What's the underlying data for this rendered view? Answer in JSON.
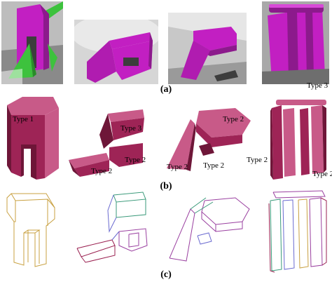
{
  "row_labels": {
    "a": "(a)",
    "b": "(b)",
    "c": "(c)"
  },
  "type_labels": {
    "t1": "Type 1",
    "t3_panel2": "Type 3",
    "t2_panel2_bottom": "Type 2",
    "t2_panel2_right": "Type 2",
    "t2_panel3_top": "Type 2",
    "t2_panel3_left": "Type 2",
    "t2_panel3_right": "Type 2",
    "t3_panel4": "Type 3",
    "t2_panel4_left": "Type 2",
    "t2_panel4_right": "Type 2"
  },
  "colors": {
    "magenta": "#c21fc2",
    "magenta_dark": "#8c1a8c",
    "maroon": "#9e2456",
    "maroon_dark": "#6e1638",
    "maroon_light": "#c85a88",
    "green": "#3dc23d",
    "gray_bg": "#cfcfcf",
    "gray_dark": "#3d3d3d"
  }
}
